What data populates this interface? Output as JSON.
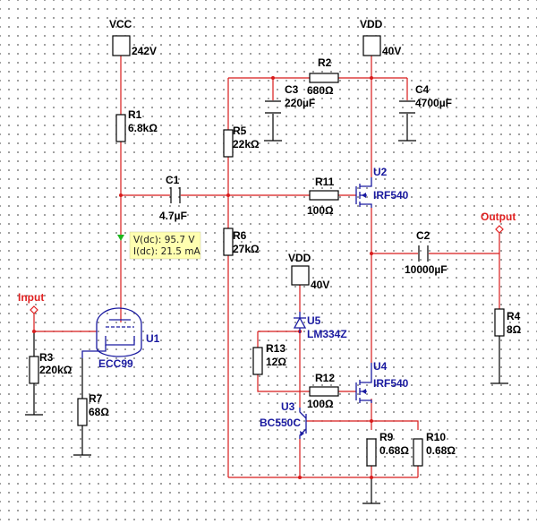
{
  "colors": {
    "wire": "#d81b1b",
    "ground_wire": "#000000",
    "component_label": "#000000",
    "active_label": "#1a1aa0",
    "port": "#e02020",
    "probe_bg": "#ffffb0"
  },
  "supplies": {
    "vcc": {
      "name": "VCC",
      "value": "242V"
    },
    "vdd_top": {
      "name": "VDD",
      "value": "40V"
    },
    "vdd_mid": {
      "name": "VDD",
      "value": "40V"
    }
  },
  "resistors": {
    "r1": {
      "ref": "R1",
      "value": "6.8kΩ"
    },
    "r2": {
      "ref": "R2",
      "value": "680Ω"
    },
    "r3": {
      "ref": "R3",
      "value": "220kΩ"
    },
    "r4": {
      "ref": "R4",
      "value": "8Ω"
    },
    "r5": {
      "ref": "R5",
      "value": "22kΩ"
    },
    "r6": {
      "ref": "R6",
      "value": "27kΩ"
    },
    "r7": {
      "ref": "R7",
      "value": "68Ω"
    },
    "r9": {
      "ref": "R9",
      "value": "0.68Ω"
    },
    "r10": {
      "ref": "R10",
      "value": "0.68Ω"
    },
    "r11": {
      "ref": "R11",
      "value": "100Ω"
    },
    "r12": {
      "ref": "R12",
      "value": "100Ω"
    },
    "r13": {
      "ref": "R13",
      "value": "12Ω"
    }
  },
  "capacitors": {
    "c1": {
      "ref": "C1",
      "value": "4.7µF"
    },
    "c2": {
      "ref": "C2",
      "value": "10000µF"
    },
    "c3": {
      "ref": "C3",
      "value": "220µF"
    },
    "c4": {
      "ref": "C4",
      "value": "4700µF"
    }
  },
  "active": {
    "u1": {
      "ref": "U1",
      "part": "ECC99"
    },
    "u2": {
      "ref": "U2",
      "part": "IRF540"
    },
    "u3": {
      "ref": "U3",
      "part": "BC550C"
    },
    "u4": {
      "ref": "U4",
      "part": "IRF540"
    },
    "u5": {
      "ref": "U5",
      "part": "LM334Z"
    }
  },
  "ports": {
    "input": "Input",
    "output": "Output"
  },
  "probe": {
    "vdc": "V(dc): 95.7 V",
    "idc": "I(dc): 21.5 mA"
  }
}
